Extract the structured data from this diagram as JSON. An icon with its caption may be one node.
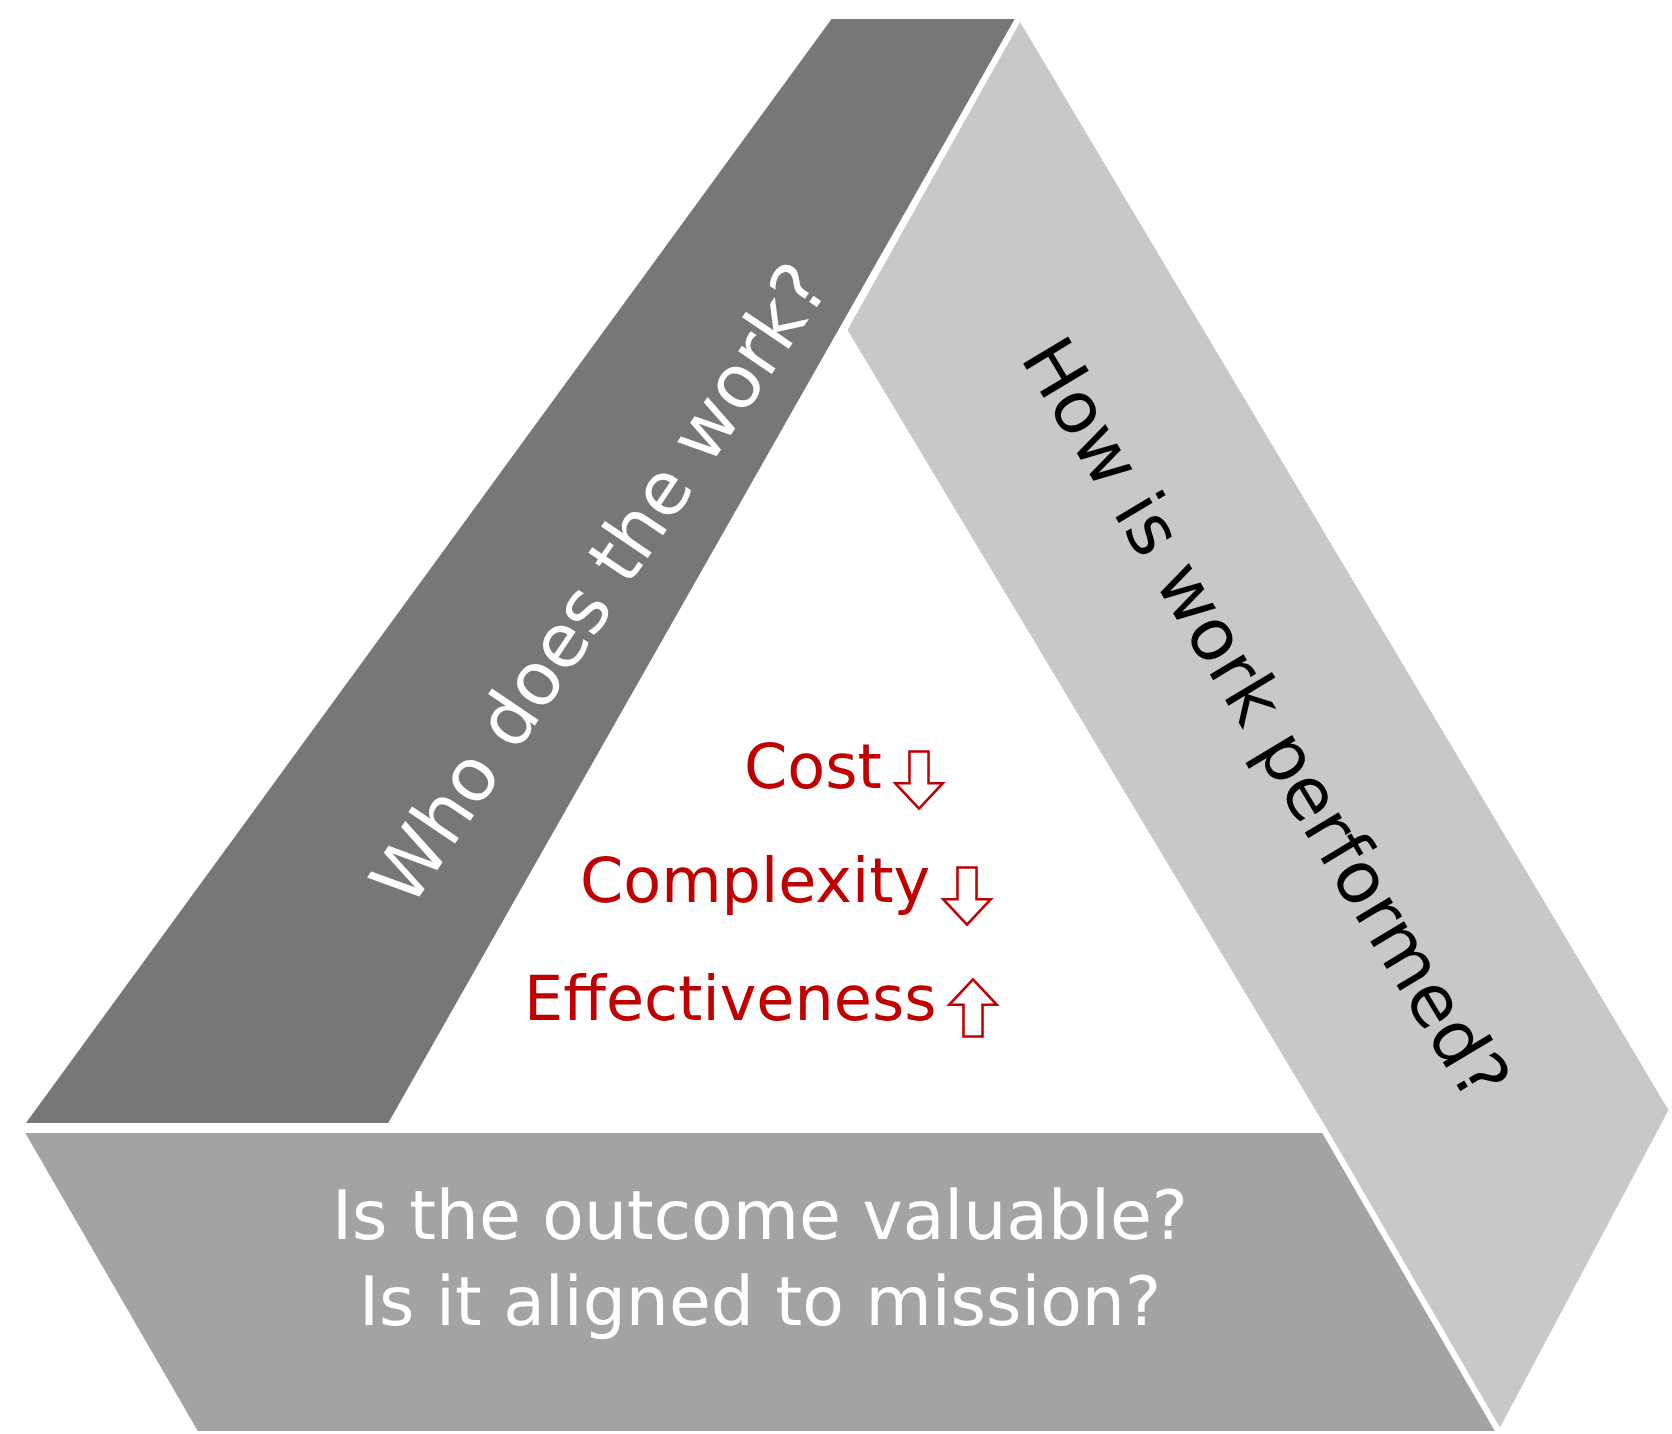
{
  "diagram": {
    "nodes": [
      {
        "text": [
          "Who does the work?"
        ]
      },
      {
        "text": [
          "How is work performed?"
        ]
      },
      {
        "text": [
          "Is the outcome valuable? Is it aligned to mission?"
        ]
      }
    ],
    "labels": [
      "Cost",
      "Complexity",
      "Effectiveness"
    ]
  }
}
